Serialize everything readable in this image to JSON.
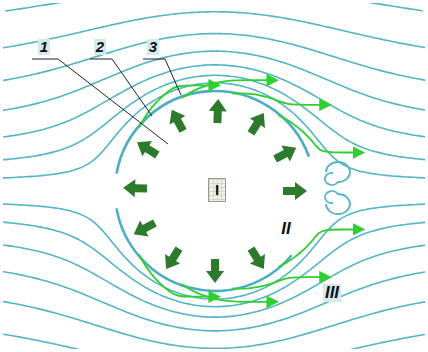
{
  "diagram": {
    "nodes": [
      {
        "text": [
          "III"
        ]
      },
      {
        "text": [
          "II"
        ],
        "in": 0
      },
      {
        "text": [
          "I"
        ],
        "in": 1
      }
    ],
    "labels": [
      "1",
      "2",
      "3"
    ]
  }
}
